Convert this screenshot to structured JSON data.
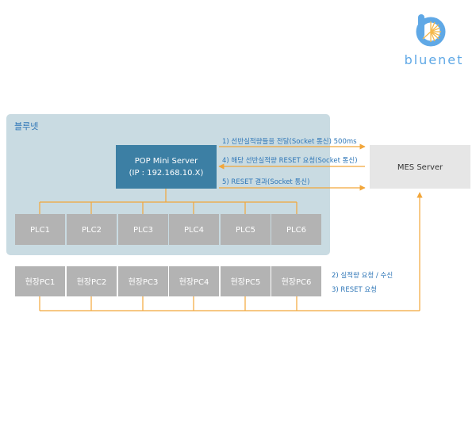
{
  "logo": {
    "text": "bluenet"
  },
  "group": {
    "title": "블루넷"
  },
  "server": {
    "name": "POP Mini Server",
    "ip": "(IP : 192.168.10.X)"
  },
  "mes": {
    "name": "MES Server"
  },
  "messages": {
    "m1": "1) 선반실적량들을 전달(Socket 통신) 500ms",
    "m4": "4) 해당 선반실적량 RESET 요청(Socket 통신)",
    "m5": "5) RESET 결과(Socket 통신)"
  },
  "plcs": [
    "PLC1",
    "PLC2",
    "PLC3",
    "PLC4",
    "PLC5",
    "PLC6"
  ],
  "field_pcs": [
    "현장PC1",
    "현장PC2",
    "현장PC3",
    "현장PC4",
    "현장PC5",
    "현장PC6"
  ],
  "field_notes": {
    "n2": "2) 실적량 요청 / 수신",
    "n3": "3) RESET 요청"
  },
  "colors": {
    "group_bg": "#c9dbe2",
    "server_bg": "#3c7fa4",
    "box_bg": "#b3b3b3",
    "mes_bg": "#e6e6e6",
    "orange": "#f2a63a",
    "blue_text": "#2e76b7",
    "logo_blue": "#5fa8e6",
    "logo_orange": "#f5b84a"
  }
}
